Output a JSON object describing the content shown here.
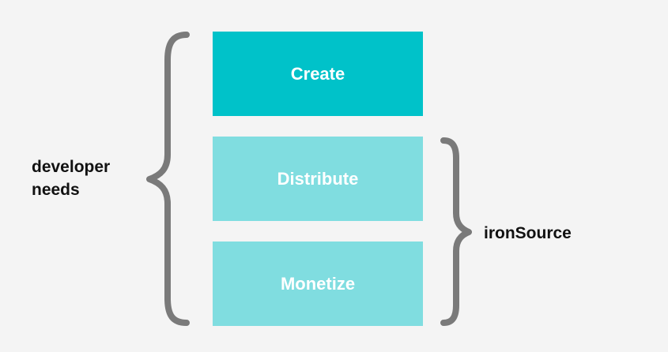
{
  "colors": {
    "primary_block": "#00c2c9",
    "secondary_block": "#80dde0",
    "brace": "#7a7a7a"
  },
  "blocks": [
    {
      "label": "Create",
      "emphasis": "primary"
    },
    {
      "label": "Distribute",
      "emphasis": "secondary"
    },
    {
      "label": "Monetize",
      "emphasis": "secondary"
    }
  ],
  "left_group": {
    "label_line1": "developer",
    "label_line2": "needs",
    "spans": [
      "Create",
      "Distribute",
      "Monetize"
    ]
  },
  "right_group": {
    "label": "ironSource",
    "spans": [
      "Distribute",
      "Monetize"
    ]
  }
}
